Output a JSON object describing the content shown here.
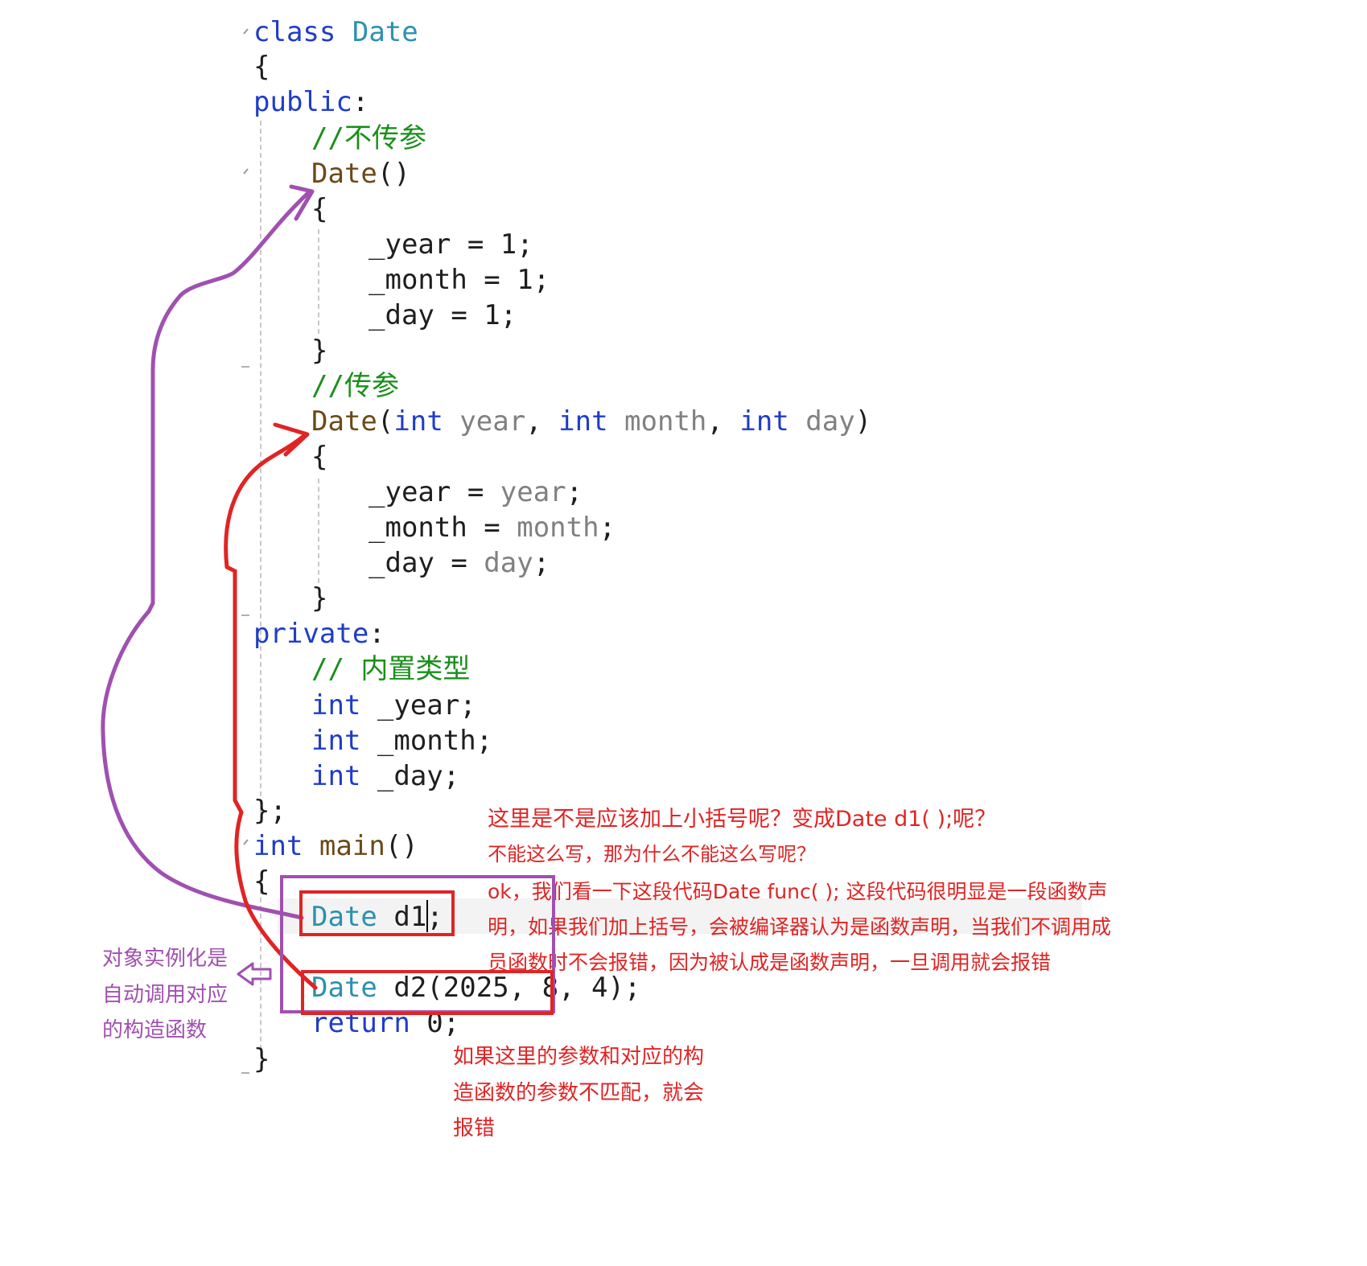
{
  "code": {
    "lines": [
      {
        "tokens": [
          [
            "kw",
            "class"
          ],
          [
            "txt",
            " "
          ],
          [
            "cls",
            "Date"
          ]
        ]
      },
      {
        "tokens": [
          [
            "txt",
            "{"
          ]
        ]
      },
      {
        "tokens": [
          [
            "kw",
            "public"
          ],
          [
            "txt",
            ":"
          ]
        ]
      },
      {
        "tokens": [
          [
            "cm",
            "//不传参"
          ]
        ]
      },
      {
        "tokens": [
          [
            "fn",
            "Date"
          ],
          [
            "txt",
            "()"
          ]
        ]
      },
      {
        "tokens": [
          [
            "txt",
            "{"
          ]
        ]
      },
      {
        "tokens": [
          [
            "txt",
            "_year = 1;"
          ]
        ]
      },
      {
        "tokens": [
          [
            "txt",
            "_month = 1;"
          ]
        ]
      },
      {
        "tokens": [
          [
            "txt",
            "_day = 1;"
          ]
        ]
      },
      {
        "tokens": [
          [
            "txt",
            "}"
          ]
        ]
      },
      {
        "tokens": [
          [
            "cm",
            "//传参"
          ]
        ]
      },
      {
        "tokens": [
          [
            "fn",
            "Date"
          ],
          [
            "txt",
            "("
          ],
          [
            "kw",
            "int"
          ],
          [
            "txt",
            " "
          ],
          [
            "param",
            "year"
          ],
          [
            "txt",
            ", "
          ],
          [
            "kw",
            "int"
          ],
          [
            "txt",
            " "
          ],
          [
            "param",
            "month"
          ],
          [
            "txt",
            ", "
          ],
          [
            "kw",
            "int"
          ],
          [
            "txt",
            " "
          ],
          [
            "param",
            "day"
          ],
          [
            "txt",
            ")"
          ]
        ]
      },
      {
        "tokens": [
          [
            "txt",
            "{"
          ]
        ]
      },
      {
        "tokens": [
          [
            "txt",
            "_year = "
          ],
          [
            "param",
            "year"
          ],
          [
            "txt",
            ";"
          ]
        ]
      },
      {
        "tokens": [
          [
            "txt",
            "_month = "
          ],
          [
            "param",
            "month"
          ],
          [
            "txt",
            ";"
          ]
        ]
      },
      {
        "tokens": [
          [
            "txt",
            "_day = "
          ],
          [
            "param",
            "day"
          ],
          [
            "txt",
            ";"
          ]
        ]
      },
      {
        "tokens": [
          [
            "txt",
            "}"
          ]
        ]
      },
      {
        "tokens": [
          [
            "kw",
            "private"
          ],
          [
            "txt",
            ":"
          ]
        ]
      },
      {
        "tokens": [
          [
            "cm",
            "// 内置类型"
          ]
        ]
      },
      {
        "tokens": [
          [
            "kw",
            "int"
          ],
          [
            "txt",
            " _year;"
          ]
        ]
      },
      {
        "tokens": [
          [
            "kw",
            "int"
          ],
          [
            "txt",
            " _month;"
          ]
        ]
      },
      {
        "tokens": [
          [
            "kw",
            "int"
          ],
          [
            "txt",
            " _day;"
          ]
        ]
      },
      {
        "tokens": [
          [
            "txt",
            "};"
          ]
        ]
      },
      {
        "tokens": [
          [
            "kw",
            "int"
          ],
          [
            "txt",
            " "
          ],
          [
            "fn",
            "main"
          ],
          [
            "txt",
            "()"
          ]
        ]
      },
      {
        "tokens": [
          [
            "txt",
            "{"
          ]
        ]
      },
      {
        "tokens": [
          [
            "cls",
            "Date"
          ],
          [
            "txt",
            " d1;"
          ]
        ]
      },
      {
        "tokens": [
          [
            "cls",
            "Date"
          ],
          [
            "txt",
            " d2(2025, 8, 4);"
          ]
        ]
      },
      {
        "tokens": [
          [
            "kw",
            "return"
          ],
          [
            "txt",
            " 0;"
          ]
        ]
      },
      {
        "tokens": [
          [
            "txt",
            "}"
          ]
        ]
      }
    ]
  },
  "notes": {
    "question_line1": "这里是不是应该加上小括号呢？变成Date d1( );呢？",
    "question_line2": "不能这么写，那为什么不能这么写呢？",
    "answer_line1": "ok，我们看一下这段代码Date func( ); 这段代码很明显是一段函数声",
    "answer_line2": "明，如果我们加上括号，会被编译器认为是函数声明，当我们不调用成",
    "answer_line3": "员函数时不会报错，因为被认成是函数声明，一旦调用就会报错",
    "mismatch_line1": "如果这里的参数和对应的构",
    "mismatch_line2": "造函数的参数不匹配，就会",
    "mismatch_line3": "报错",
    "instantiate_line1": "对象实例化是",
    "instantiate_line2": "自动调用对应",
    "instantiate_line3": "的构造函数"
  },
  "colors": {
    "keyword": "#1f3cc8",
    "comment": "#1a8f1a",
    "annotation_red": "#e02424",
    "annotation_purple": "#a050b0"
  }
}
